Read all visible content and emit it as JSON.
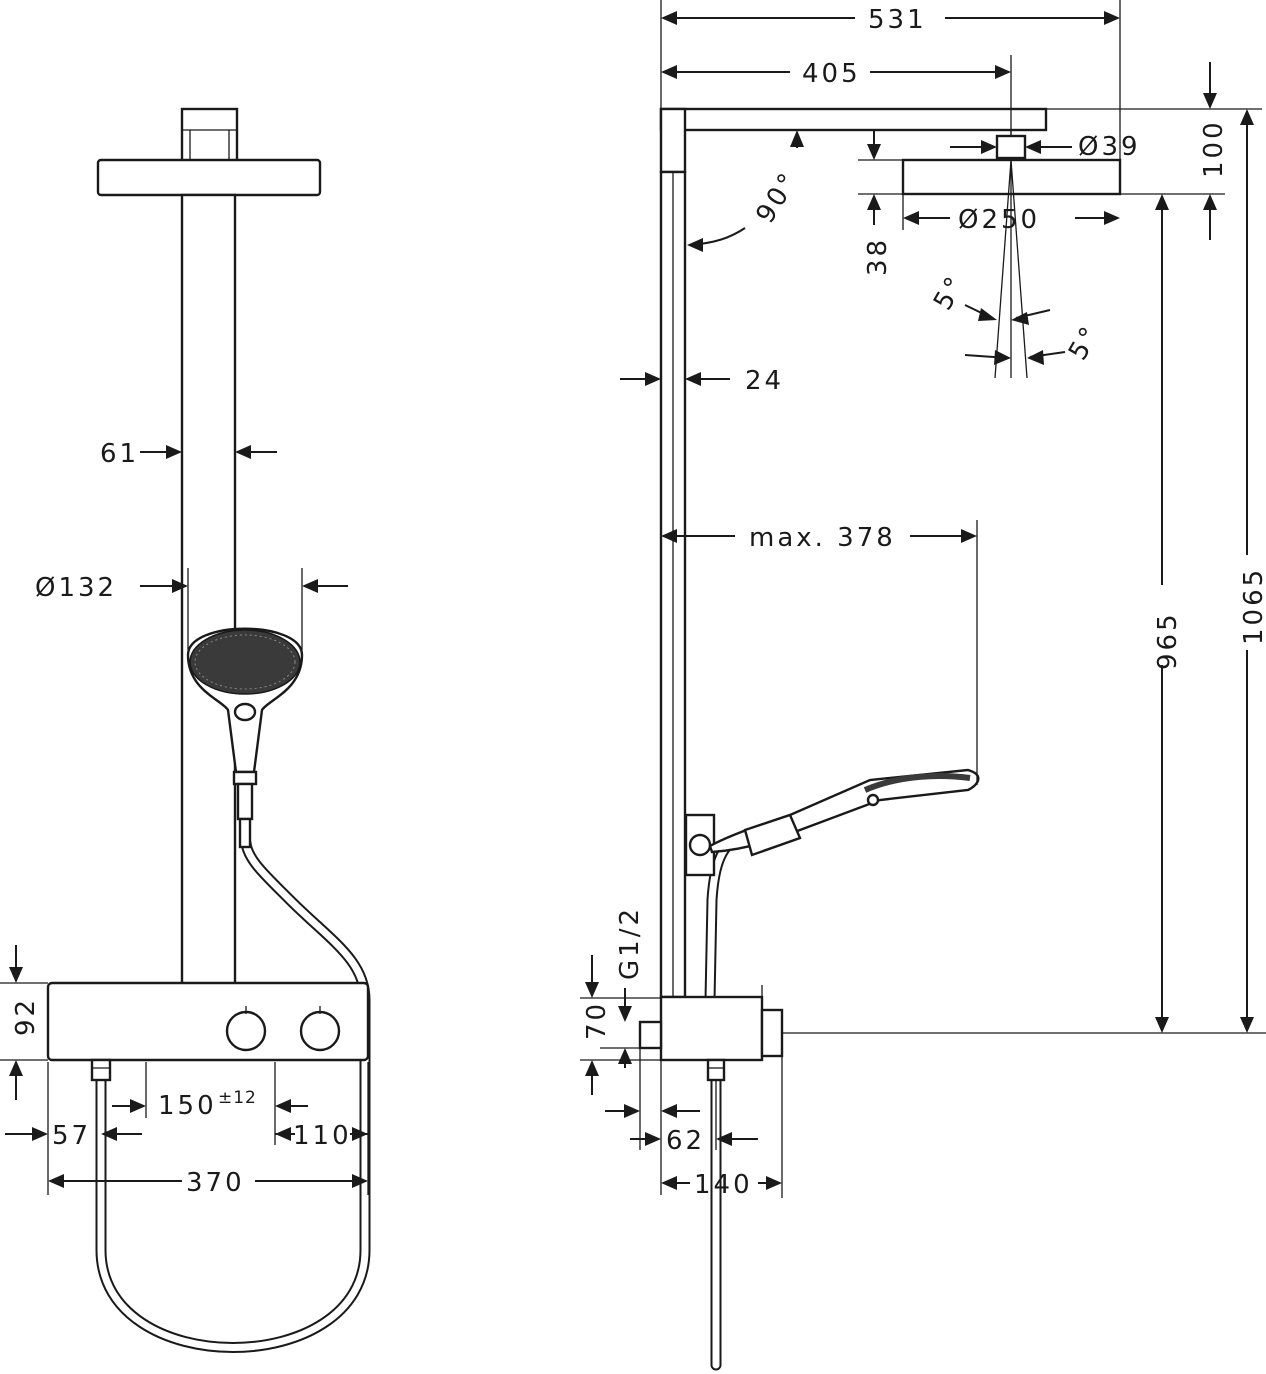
{
  "front_view": {
    "dims": {
      "bar_width": "61",
      "handshower_diameter": "Ø132",
      "thermostat_height": "92",
      "outlet_spacing": "150",
      "outlet_spacing_tolerance": "±12",
      "left_offset": "57",
      "right_offset": "110",
      "thermostat_width": "370"
    }
  },
  "side_view": {
    "dims": {
      "total_projection": "531",
      "arm_length": "405",
      "joint_diameter": "Ø39",
      "arm_to_head_height": "100",
      "head_diameter": "Ø250",
      "head_thickness": "38",
      "arm_angle": "90°",
      "tilt_angle_1": "5°",
      "tilt_angle_2": "5°",
      "rail_depth": "24",
      "handshower_reach": "max. 378",
      "head_height": "965",
      "total_height": "1065",
      "connection_thread": "G1/2",
      "connection_height": "70",
      "connection_offset": "62",
      "thermostat_depth": "140"
    }
  }
}
